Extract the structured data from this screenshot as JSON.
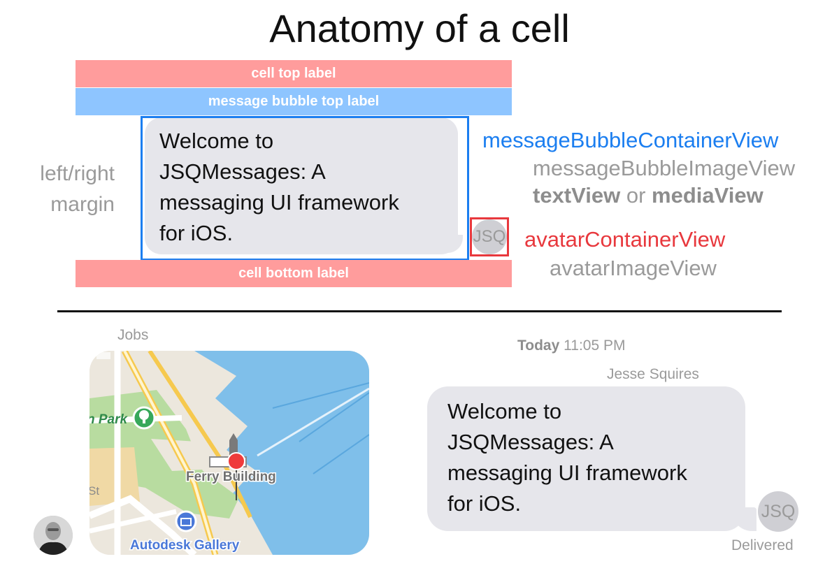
{
  "title": "Anatomy of a cell",
  "diagram": {
    "cell_top_label": "cell top label",
    "message_bubble_top_label": "message bubble top label",
    "cell_bottom_label": "cell bottom label",
    "bubble_text_lines": [
      "Welcome to",
      "JSQMessages: A",
      "messaging UI framework",
      "for iOS."
    ],
    "margin_label_lines": [
      "left/right",
      "margin"
    ],
    "avatar_initials": "JSQ"
  },
  "annotations": {
    "container_view": "messageBubbleContainerView",
    "image_view": "messageBubbleImageView",
    "text_view": "textView",
    "or_word": "or",
    "media_view": "mediaView",
    "avatar_container_view": "avatarContainerView",
    "avatar_image_view": "avatarImageView"
  },
  "example": {
    "incoming_sender": "Jobs",
    "timestamp_day": "Today",
    "timestamp_time": "11:05 PM",
    "outgoing_sender": "Jesse Squires",
    "outgoing_text_lines": [
      "Welcome to",
      "JSQMessages: A",
      "messaging UI framework",
      "for iOS."
    ],
    "outgoing_avatar_initials": "JSQ",
    "delivered_status": "Delivered",
    "map": {
      "park_label": "n Park",
      "landmark_label": "Ferry Building",
      "gallery_label": "Autodesk Gallery",
      "street_fragment": "St"
    }
  },
  "colors": {
    "pink_band": "#ff9c9c",
    "blue_band": "#8ec5ff",
    "container_blue": "#1b7ef0",
    "avatar_red": "#e8383d",
    "bubble_gray": "#e6e6eb",
    "annotation_gray": "#9a9a9a"
  }
}
